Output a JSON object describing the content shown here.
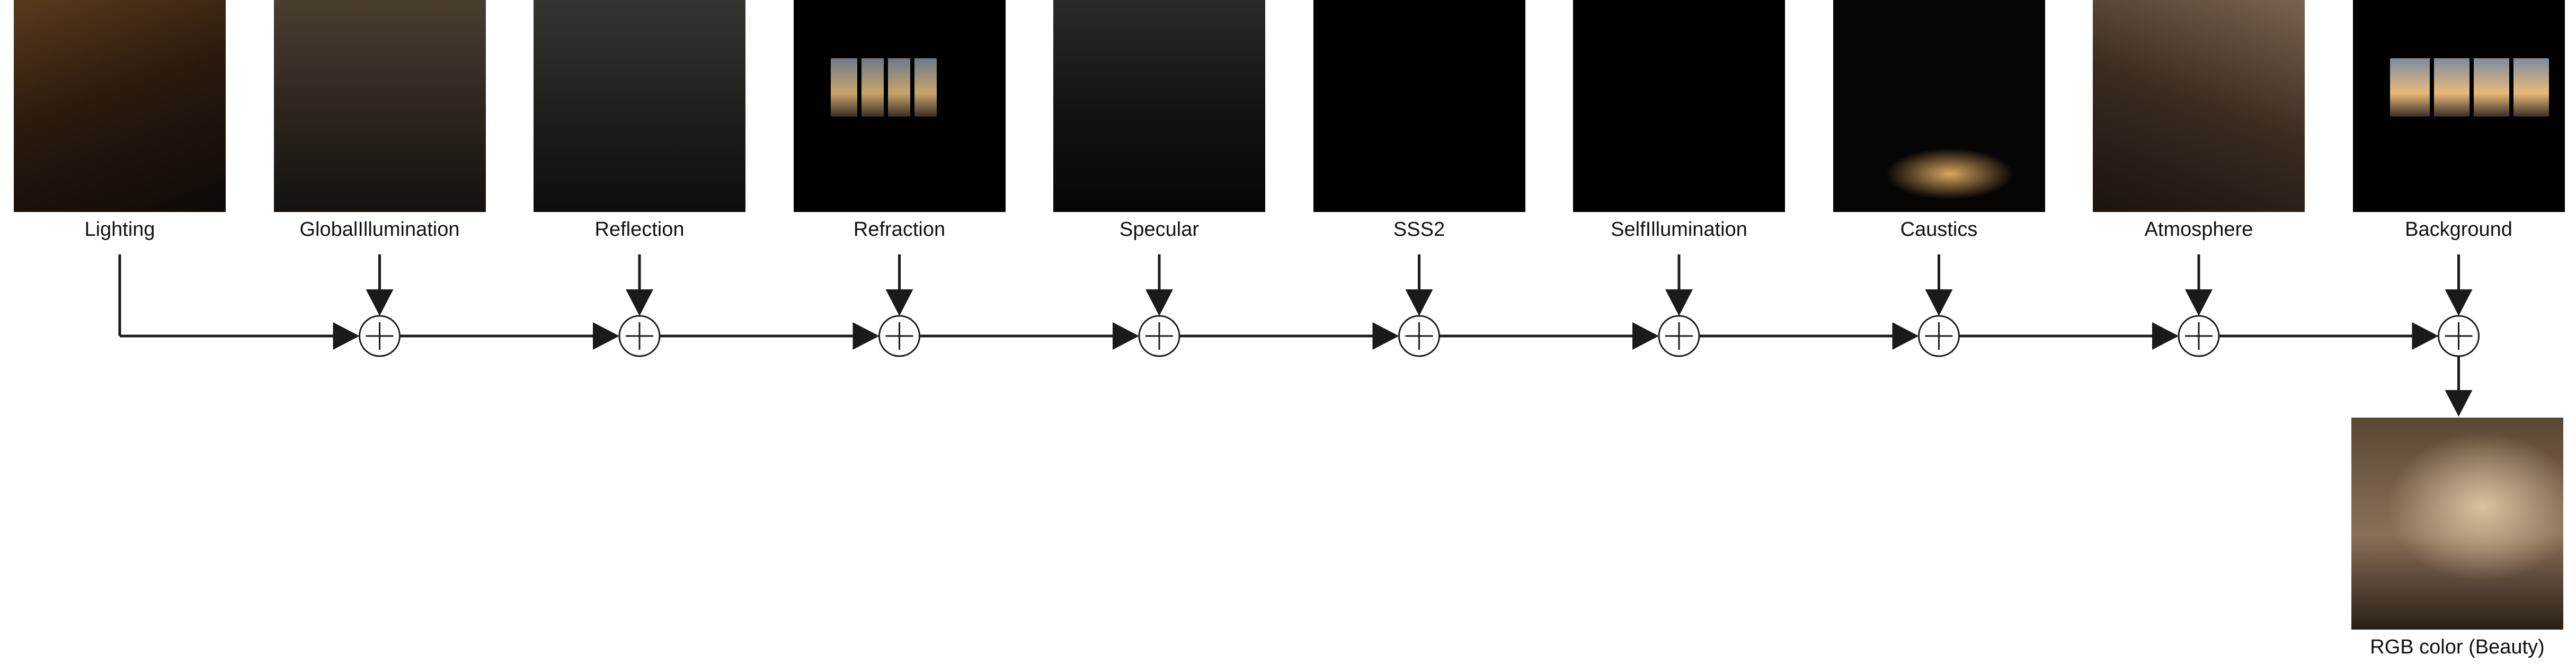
{
  "passes": [
    {
      "label": "Lighting",
      "style": "lighting",
      "colors": [
        "#2a1a0e",
        "#5a3a1c",
        "#0d0907"
      ]
    },
    {
      "label": "GlobalIllumination",
      "style": "gi",
      "colors": [
        "#2b241d",
        "#4a3d30",
        "#15110e"
      ]
    },
    {
      "label": "Reflection",
      "style": "reflection",
      "colors": [
        "#1d1c1a",
        "#353430",
        "#0e0d0c"
      ]
    },
    {
      "label": "Refraction",
      "style": "refraction",
      "colors": [
        "#000000",
        "#c9a46a",
        "#6c7a8c"
      ]
    },
    {
      "label": "Specular",
      "style": "specular",
      "colors": [
        "#141311",
        "#2c2a27",
        "#060605"
      ]
    },
    {
      "label": "SSS2",
      "style": "black",
      "colors": [
        "#000000",
        "#070505",
        "#000000"
      ]
    },
    {
      "label": "SelfIllumination",
      "style": "black",
      "colors": [
        "#000000",
        "#0a0a0a",
        "#000000"
      ]
    },
    {
      "label": "Caustics",
      "style": "caustics",
      "colors": [
        "#070504",
        "#d9a660",
        "#1a130c"
      ]
    },
    {
      "label": "Atmosphere",
      "style": "atmosphere",
      "colors": [
        "#3a2b20",
        "#7a6350",
        "#1a130e"
      ]
    },
    {
      "label": "Background",
      "style": "background",
      "colors": [
        "#000000",
        "#e8b87a",
        "#7d8da0"
      ]
    }
  ],
  "output": {
    "label": "RGB color (Beauty)",
    "colors": [
      "#5a4634",
      "#d9c2a0",
      "#2a1f17"
    ]
  },
  "line_color": "#1a1a1a"
}
